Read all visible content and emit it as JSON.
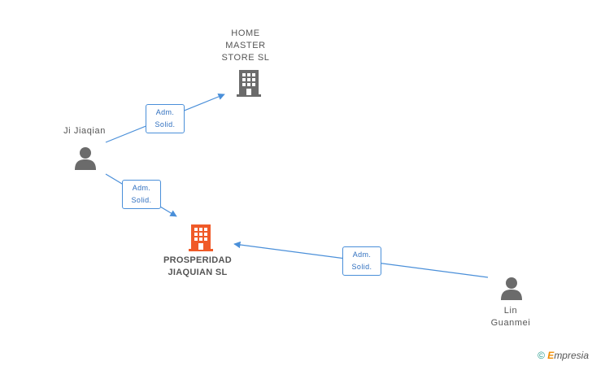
{
  "nodes": {
    "home_master": {
      "label_lines": [
        "HOME",
        "MASTER",
        "STORE SL"
      ]
    },
    "prosperidad": {
      "label_lines": [
        "PROSPERIDAD",
        "JIAQUIAN SL"
      ]
    },
    "ji_jiaqian": {
      "label": "Ji Jiaqian"
    },
    "lin_guanmei": {
      "label_lines": [
        "Lin",
        "Guanmei"
      ]
    }
  },
  "edges": [
    {
      "from": "ji_jiaqian",
      "to": "home_master",
      "label_lines": [
        "Adm.",
        "Solid."
      ]
    },
    {
      "from": "ji_jiaqian",
      "to": "prosperidad",
      "label_lines": [
        "Adm.",
        "Solid."
      ]
    },
    {
      "from": "lin_guanmei",
      "to": "prosperidad",
      "label_lines": [
        "Adm.",
        "Solid."
      ]
    }
  ],
  "footer": {
    "copyright": "©",
    "brand_first": "E",
    "brand_rest": "mpresia"
  },
  "colors": {
    "company": "#6b6b6b",
    "main_company": "#f05a28",
    "person": "#6b6b6b",
    "edge": "#4a8fd9"
  }
}
